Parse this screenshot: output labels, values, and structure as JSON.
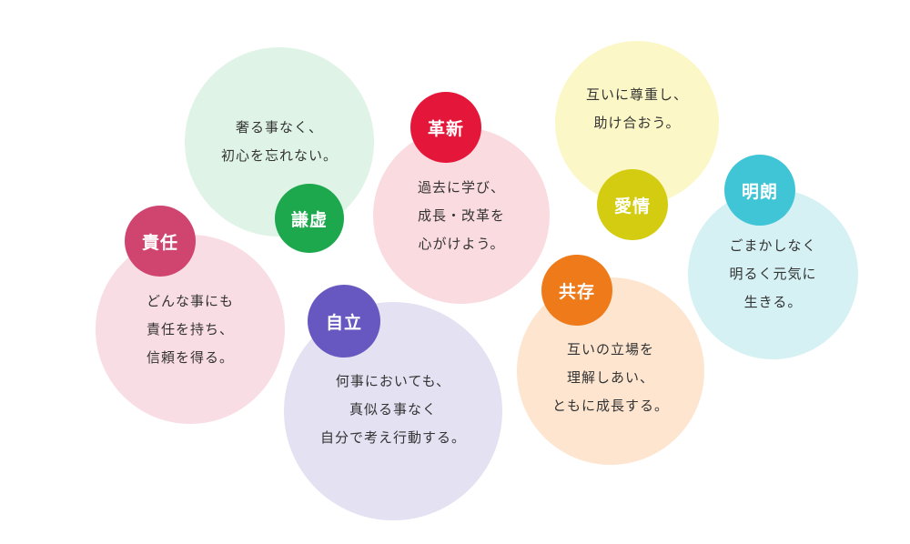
{
  "values": [
    {
      "id": "kenkyo",
      "label": "謙虚",
      "lines": [
        "奢る事なく、",
        "初心を忘れない。"
      ],
      "badge_color": "#1da84e",
      "bubble_color": "#dff4e7"
    },
    {
      "id": "kakushin",
      "label": "革新",
      "lines": [
        "過去に学び、",
        "成長・改革を",
        "心がけよう。"
      ],
      "badge_color": "#e4173a",
      "bubble_color": "#fadbe0"
    },
    {
      "id": "aijo",
      "label": "愛情",
      "lines": [
        "互いに尊重し、",
        "助け合おう。"
      ],
      "badge_color": "#d3cc10",
      "bubble_color": "#fbf7c6"
    },
    {
      "id": "meiro",
      "label": "明朗",
      "lines": [
        "ごまかしなく",
        "明るく元気に",
        "生きる。"
      ],
      "badge_color": "#3fc5d6",
      "bubble_color": "#d5f1f4"
    },
    {
      "id": "sekinin",
      "label": "責任",
      "lines": [
        "どんな事にも",
        "責任を持ち、",
        "信頼を得る。"
      ],
      "badge_color": "#cf4570",
      "bubble_color": "#f9dde4"
    },
    {
      "id": "jiritsu",
      "label": "自立",
      "lines": [
        "何事においても、",
        "真似る事なく",
        "自分で考え行動する。"
      ],
      "badge_color": "#6757c1",
      "bubble_color": "#e4e1f3"
    },
    {
      "id": "kyozon",
      "label": "共存",
      "lines": [
        "互いの立場を",
        "理解しあい、",
        "ともに成長する。"
      ],
      "badge_color": "#ee7a1a",
      "bubble_color": "#fde5d0"
    }
  ]
}
